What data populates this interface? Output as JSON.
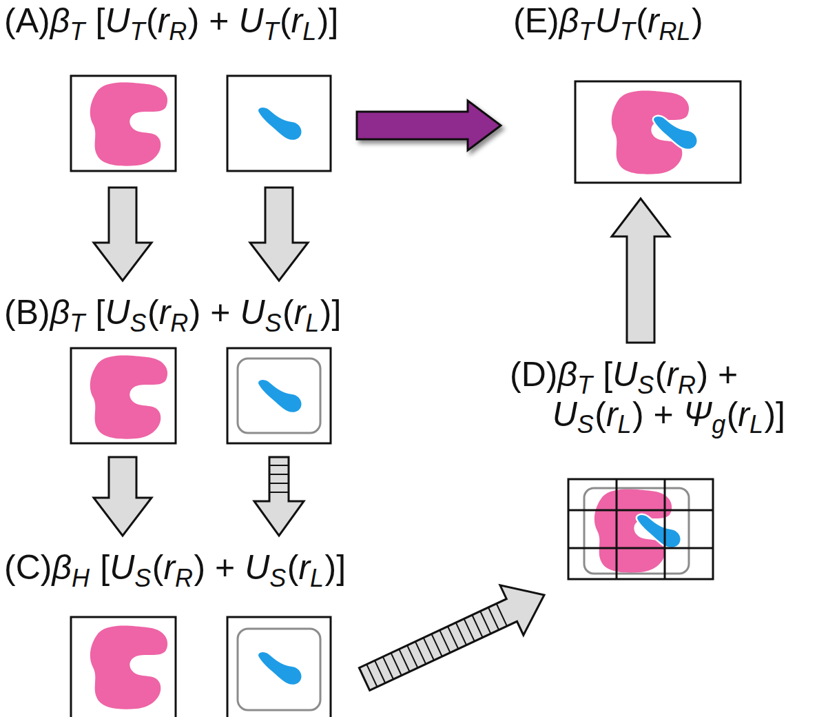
{
  "diagram": {
    "nodes": [
      {
        "text": [
          "(A)βT [UT(rR) + UT(rL)]"
        ]
      },
      {
        "text": [
          "(B)βT [US(rR) + US(rL)]"
        ]
      },
      {
        "text": [
          "(C)βH [US(rR) + US(rL)]"
        ]
      },
      {
        "text": [
          "(D)βT [US(rR) + US(rL) + Ψg(rL)]"
        ]
      },
      {
        "text": [
          "(E)βTUT(rRL)"
        ]
      }
    ],
    "edges": [
      {
        "from": 0,
        "to": 1,
        "arrow": "to"
      },
      {
        "from": 0,
        "to": 1,
        "arrow": "to"
      },
      {
        "from": 1,
        "to": 2,
        "arrow": "to"
      },
      {
        "from": 1,
        "to": 2,
        "arrow": "to"
      },
      {
        "from": 2,
        "to": 3,
        "arrow": "to"
      },
      {
        "from": 3,
        "to": 4,
        "arrow": "to"
      },
      {
        "from": 0,
        "to": 4,
        "arrow": "to"
      }
    ]
  }
}
